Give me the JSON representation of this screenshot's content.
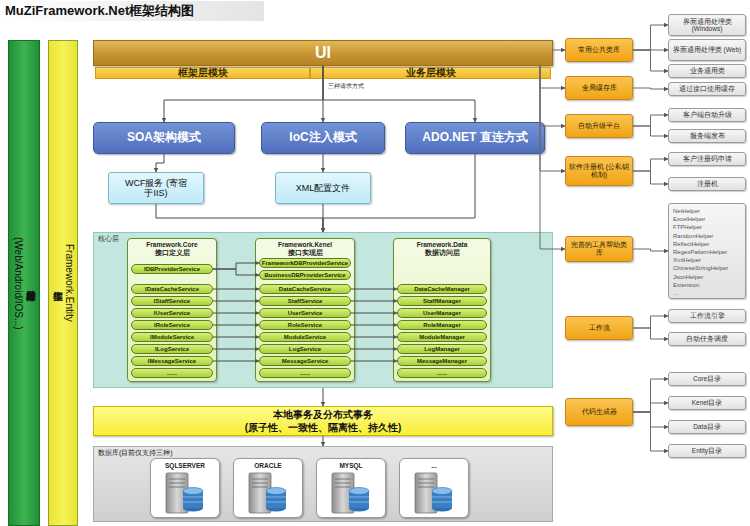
{
  "diagram": {
    "title": "MuZiFramework.Net框架结构图",
    "nodes": [
      {
        "text": [
          "对外发布接口服务",
          "(Web/Android/IOS...)"
        ]
      },
      {
        "text": [
          "Framework.Entity",
          "实体模型"
        ]
      },
      {
        "text": [
          "UI"
        ]
      },
      {
        "text": [
          "框架层模块"
        ]
      },
      {
        "text": [
          "业务层模块"
        ]
      },
      {
        "text": [
          "SOA架构模式"
        ]
      },
      {
        "text": [
          "IoC注入模式"
        ]
      },
      {
        "text": [
          "ADO.NET 直连方式"
        ]
      },
      {
        "text": [
          "WCF服务 (寄宿于IIS)"
        ]
      },
      {
        "text": [
          "XML配置文件"
        ]
      },
      {
        "text": [
          "核心层"
        ]
      },
      {
        "text": [
          "Framework.Core",
          "接口定义层"
        ],
        "in": 10
      },
      {
        "text": [
          "IDBProviderService"
        ],
        "in": 11
      },
      {
        "text": [
          "IDataCacheService"
        ],
        "in": 11
      },
      {
        "text": [
          "IStaffService"
        ],
        "in": 11
      },
      {
        "text": [
          "IUserService"
        ],
        "in": 11
      },
      {
        "text": [
          "IRoleService"
        ],
        "in": 11
      },
      {
        "text": [
          "IModuleService"
        ],
        "in": 11
      },
      {
        "text": [
          "ILogService"
        ],
        "in": 11
      },
      {
        "text": [
          "IMessageService"
        ],
        "in": 11
      },
      {
        "text": [
          "......"
        ],
        "in": 11
      },
      {
        "text": [
          "Framework.Kenel",
          "接口实现层"
        ],
        "in": 10
      },
      {
        "text": [
          "FrameworkDBProviderService"
        ],
        "in": 21
      },
      {
        "text": [
          "BusinessDBProviderService"
        ],
        "in": 21
      },
      {
        "text": [
          "DataCacheService"
        ],
        "in": 21
      },
      {
        "text": [
          "StaffService"
        ],
        "in": 21
      },
      {
        "text": [
          "UserService"
        ],
        "in": 21
      },
      {
        "text": [
          "RoleService"
        ],
        "in": 21
      },
      {
        "text": [
          "ModuleService"
        ],
        "in": 21
      },
      {
        "text": [
          "LogService"
        ],
        "in": 21
      },
      {
        "text": [
          "MessageService"
        ],
        "in": 21
      },
      {
        "text": [
          "......"
        ],
        "in": 21
      },
      {
        "text": [
          "Framework.Data",
          "数据访问层"
        ],
        "in": 10
      },
      {
        "text": [
          "DataCacheManager"
        ],
        "in": 32
      },
      {
        "text": [
          "StaffManager"
        ],
        "in": 32
      },
      {
        "text": [
          "UserManager"
        ],
        "in": 32
      },
      {
        "text": [
          "RoleManager"
        ],
        "in": 32
      },
      {
        "text": [
          "ModuleManager"
        ],
        "in": 32
      },
      {
        "text": [
          "LogManager"
        ],
        "in": 32
      },
      {
        "text": [
          "MessageManager"
        ],
        "in": 32
      },
      {
        "text": [
          "......"
        ],
        "in": 32
      },
      {
        "text": [
          "本地事务及分布式事务",
          "(原子性、一致性、隔离性、持久性)"
        ]
      },
      {
        "text": [
          "数据库(目前仅支持三种)"
        ]
      },
      {
        "text": [
          "SQLSERVER"
        ],
        "in": 42
      },
      {
        "text": [
          "ORACLE"
        ],
        "in": 42
      },
      {
        "text": [
          "MYSQL"
        ],
        "in": 42
      },
      {
        "text": [
          "..."
        ],
        "in": 42
      },
      {
        "text": [
          "常用公共类库"
        ]
      },
      {
        "text": [
          "界面通用处理类 (Windows)"
        ]
      },
      {
        "text": [
          "界面通用处理类 (Web)"
        ]
      },
      {
        "text": [
          "业务通用类"
        ]
      },
      {
        "text": [
          "全局缓存库"
        ]
      },
      {
        "text": [
          "通过接口使用缓存"
        ]
      },
      {
        "text": [
          "自动升级平台"
        ]
      },
      {
        "text": [
          "客户端自动升级"
        ]
      },
      {
        "text": [
          "服务端发布"
        ]
      },
      {
        "text": [
          "软件注册机 (公私钥机制)"
        ]
      },
      {
        "text": [
          "客户注册码申请"
        ]
      },
      {
        "text": [
          "注册机"
        ]
      },
      {
        "text": [
          "完善的工具帮助类库"
        ]
      },
      {
        "text": [
          "NetHelper",
          "ExcelHelper",
          "FTPHelper",
          "RandomHelper",
          "ReflectHelper",
          "RegexPatternHelper",
          "XmlHelper",
          "ChineseStringHelper",
          "JsonHelper",
          "Extension",
          "..."
        ]
      },
      {
        "text": [
          "工作流"
        ]
      },
      {
        "text": [
          "工作流引擎"
        ]
      },
      {
        "text": [
          "自动任务调度"
        ]
      },
      {
        "text": [
          "代码生成器"
        ]
      },
      {
        "text": [
          "Core目录"
        ]
      },
      {
        "text": [
          "Kenel目录"
        ]
      },
      {
        "text": [
          "Data目录"
        ]
      },
      {
        "text": [
          "Entity目录"
        ]
      }
    ],
    "edges": [
      {
        "from": 2,
        "to": 5,
        "arrow": "to"
      },
      {
        "from": 2,
        "to": 6,
        "arrow": "to"
      },
      {
        "from": 2,
        "to": 7,
        "arrow": "to"
      },
      {
        "from": 5,
        "to": 8,
        "arrow": "to"
      },
      {
        "from": 6,
        "to": 9,
        "arrow": "to"
      },
      {
        "from": 8,
        "to": 10,
        "arrow": "to"
      },
      {
        "from": 9,
        "to": 10,
        "arrow": "to"
      },
      {
        "from": 7,
        "to": 10,
        "arrow": "to"
      },
      {
        "from": 10,
        "to": 41,
        "arrow": "to"
      },
      {
        "from": 41,
        "to": 42,
        "arrow": "to"
      },
      {
        "from": 12,
        "to": 22,
        "arrow": "to"
      },
      {
        "from": 12,
        "to": 23,
        "arrow": "to"
      },
      {
        "from": 13,
        "to": 24,
        "arrow": "to"
      },
      {
        "from": 24,
        "to": 33,
        "arrow": "to"
      },
      {
        "from": 14,
        "to": 25,
        "arrow": "to"
      },
      {
        "from": 25,
        "to": 34,
        "arrow": "to"
      },
      {
        "from": 15,
        "to": 26,
        "arrow": "to"
      },
      {
        "from": 26,
        "to": 35,
        "arrow": "to"
      },
      {
        "from": 16,
        "to": 27,
        "arrow": "to"
      },
      {
        "from": 27,
        "to": 36,
        "arrow": "to"
      },
      {
        "from": 17,
        "to": 28,
        "arrow": "to"
      },
      {
        "from": 28,
        "to": 37,
        "arrow": "to"
      },
      {
        "from": 18,
        "to": 29,
        "arrow": "to"
      },
      {
        "from": 29,
        "to": 38,
        "arrow": "to"
      },
      {
        "from": 19,
        "to": 30,
        "arrow": "to"
      },
      {
        "from": 30,
        "to": 39,
        "arrow": "to"
      },
      {
        "from": 2,
        "to": 47,
        "arrow": "to"
      },
      {
        "from": 2,
        "to": 51,
        "arrow": "to"
      },
      {
        "from": 2,
        "to": 53,
        "arrow": "to"
      },
      {
        "from": 2,
        "to": 56,
        "arrow": "to"
      },
      {
        "from": 2,
        "to": 59,
        "arrow": "to"
      },
      {
        "from": 47,
        "to": 48,
        "arrow": "to"
      },
      {
        "from": 47,
        "to": 49,
        "arrow": "to"
      },
      {
        "from": 47,
        "to": 50,
        "arrow": "to"
      },
      {
        "from": 51,
        "to": 52,
        "arrow": "to"
      },
      {
        "from": 53,
        "to": 54,
        "arrow": "to"
      },
      {
        "from": 53,
        "to": 55,
        "arrow": "to"
      },
      {
        "from": 56,
        "to": 57,
        "arrow": "to"
      },
      {
        "from": 56,
        "to": 58,
        "arrow": "to"
      },
      {
        "from": 59,
        "to": 60,
        "arrow": "to"
      },
      {
        "from": 61,
        "to": 62,
        "arrow": "to"
      },
      {
        "from": 61,
        "to": 63,
        "arrow": "to"
      },
      {
        "from": 64,
        "to": 65,
        "arrow": "to"
      },
      {
        "from": 64,
        "to": 66,
        "arrow": "to"
      },
      {
        "from": 64,
        "to": 67,
        "arrow": "to"
      },
      {
        "from": 64,
        "to": 68,
        "arrow": "to"
      }
    ],
    "labels": [
      "三种请求方式"
    ]
  }
}
